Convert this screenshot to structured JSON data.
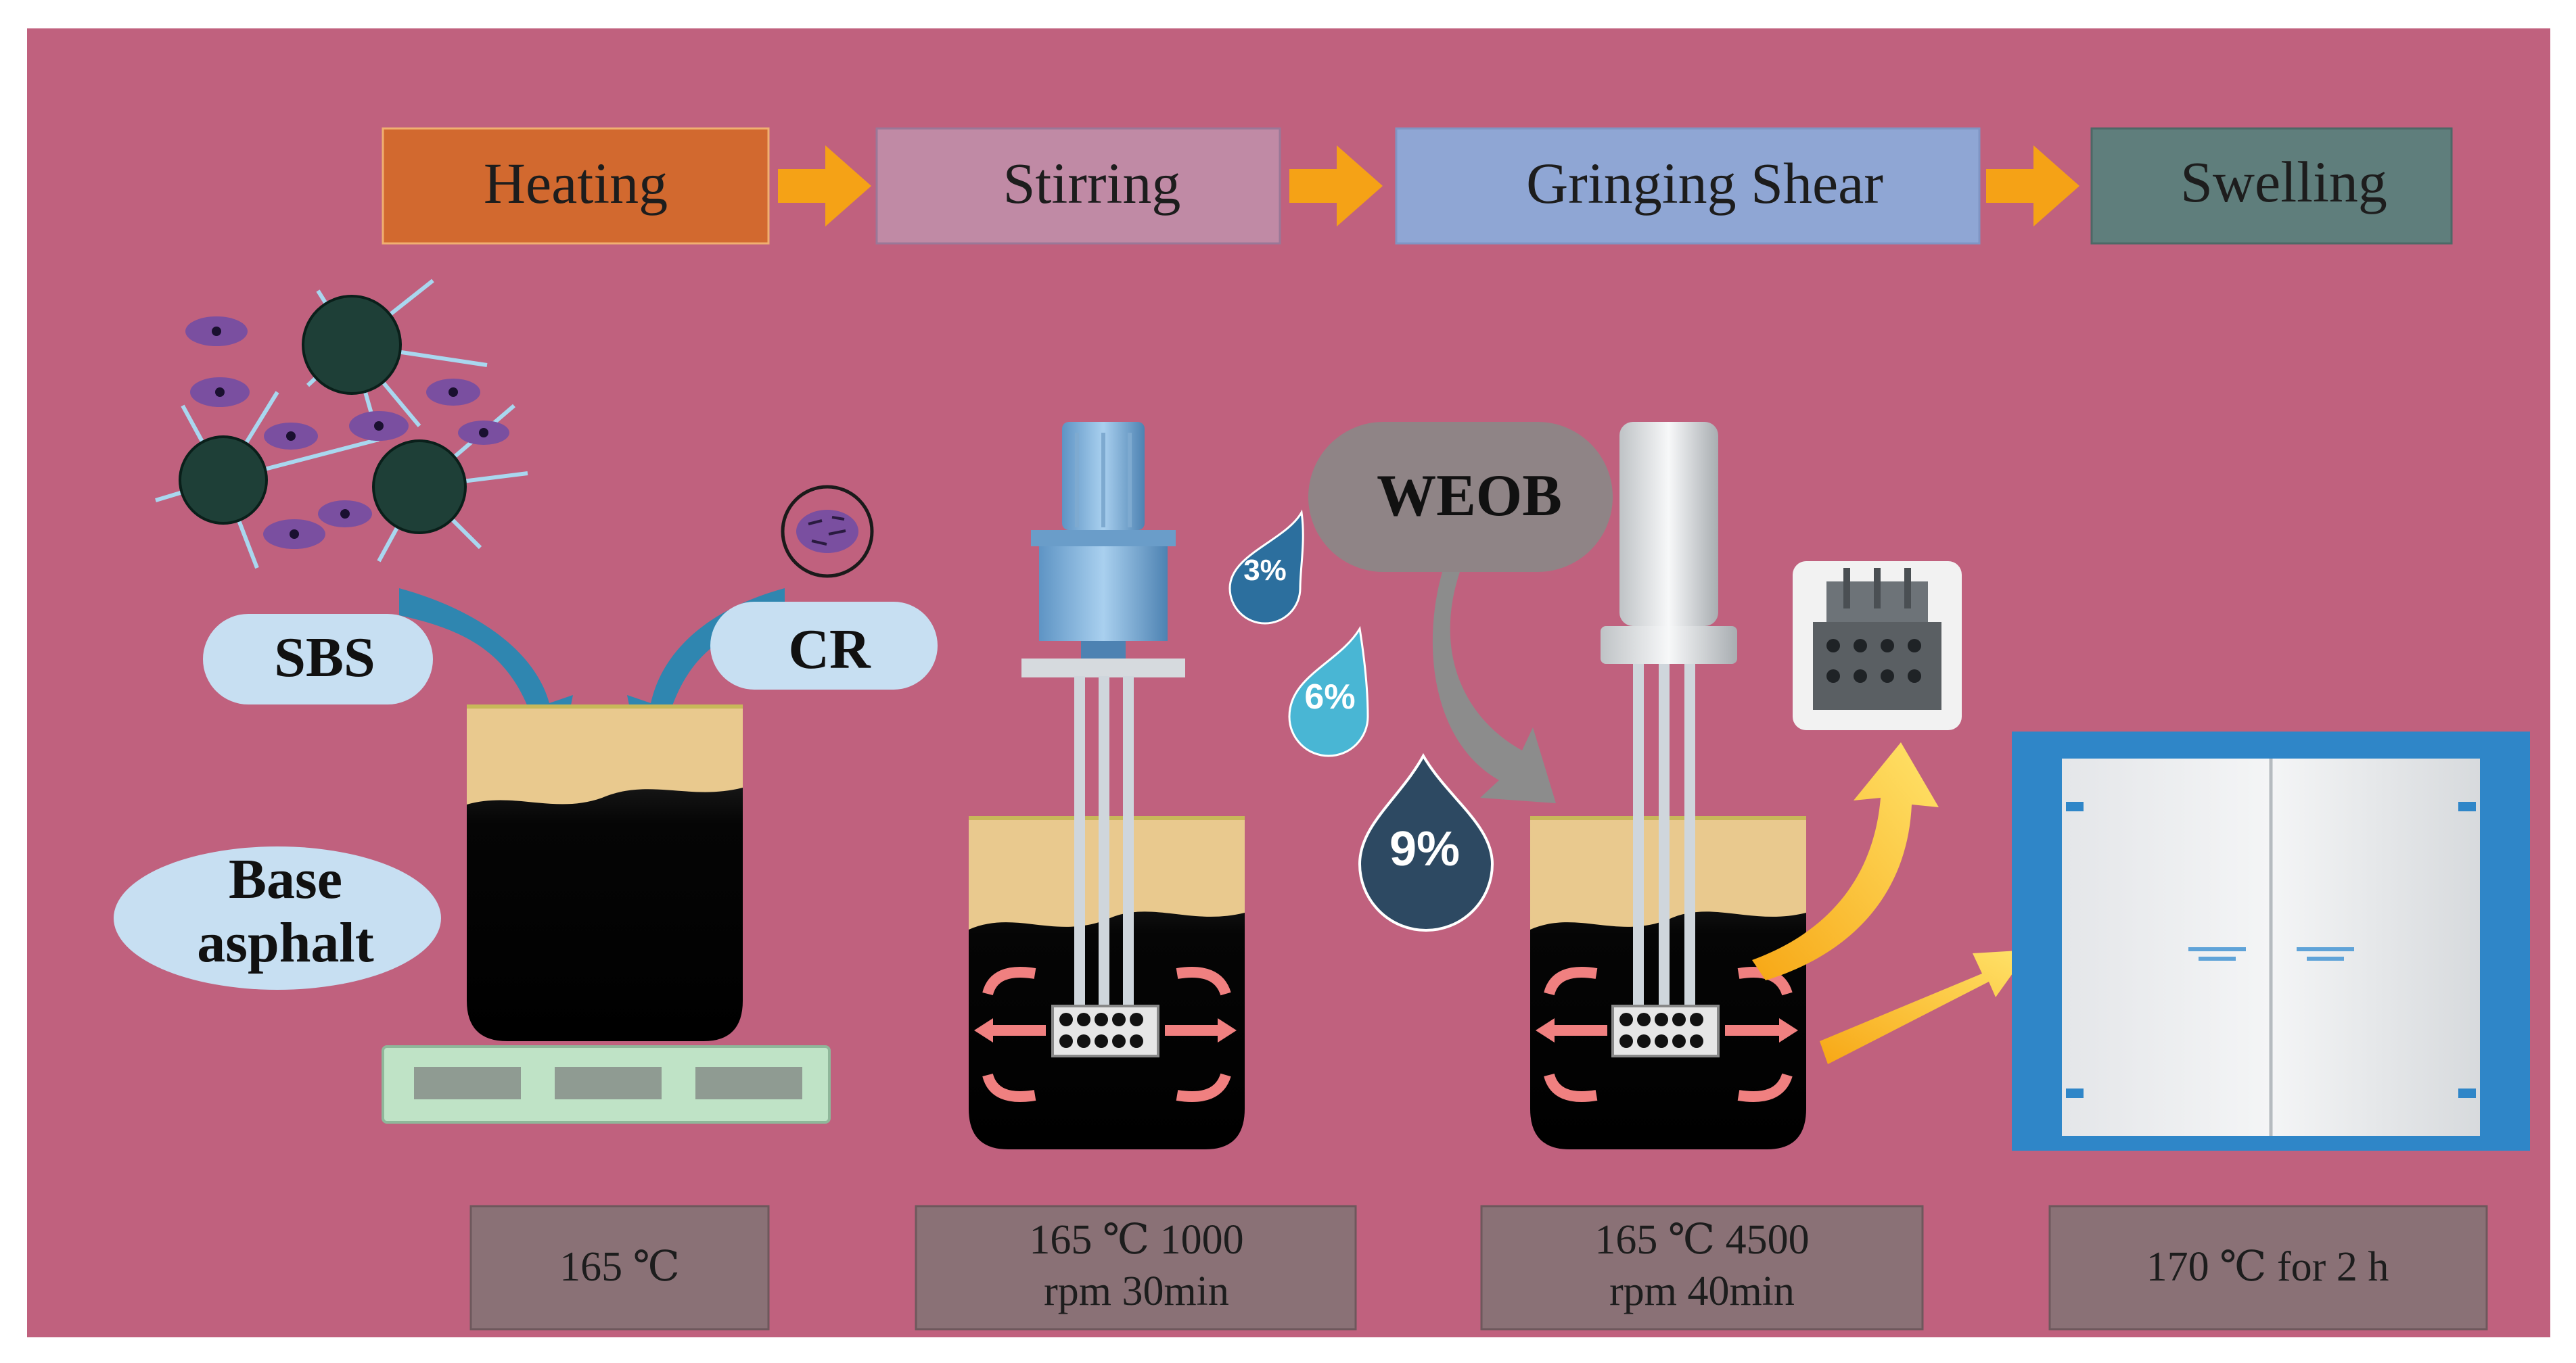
{
  "colors": {
    "background": "#c0617e",
    "heating": "#d2692f",
    "stirring": "#c08aa5",
    "shear": "#8fa6d4",
    "swelling": "#5f7e7c",
    "arrow_orange": "#f5a216",
    "caption_box": "#8a7176",
    "bubble": "#c7dff2",
    "weob_bubble": "#8f8486",
    "asphalt_top": "#e9c98e",
    "asphalt": "#060606",
    "oven_frame": "#2f86c8"
  },
  "process_steps": [
    {
      "label": "Heating"
    },
    {
      "label": "Stirring"
    },
    {
      "label": "Gringing Shear"
    },
    {
      "label": "Swelling"
    }
  ],
  "materials": {
    "sbs": "SBS",
    "cr": "CR",
    "base_line1": "Base",
    "base_line2": "asphalt",
    "weob": "WEOB"
  },
  "drops": [
    {
      "label": "3%",
      "color": "#2c6f9e"
    },
    {
      "label": "6%",
      "color": "#49b6d4"
    },
    {
      "label": "9%",
      "color": "#2d4962"
    }
  ],
  "conditions": [
    {
      "line1": "165 ℃",
      "line2": ""
    },
    {
      "line1": "165 ℃ 1000",
      "line2": "rpm 30min"
    },
    {
      "line1": "165 ℃ 4500",
      "line2": "rpm 40min"
    },
    {
      "line1": "170 ℃ for  2 h",
      "line2": ""
    }
  ],
  "icons": [
    "process-arrow-icon",
    "sbs-polymer-icon",
    "crumb-rubber-icon",
    "heating-plate-icon",
    "stirrer-motor-icon",
    "shear-head-icon",
    "drying-oven-icon",
    "droplet-icon"
  ]
}
